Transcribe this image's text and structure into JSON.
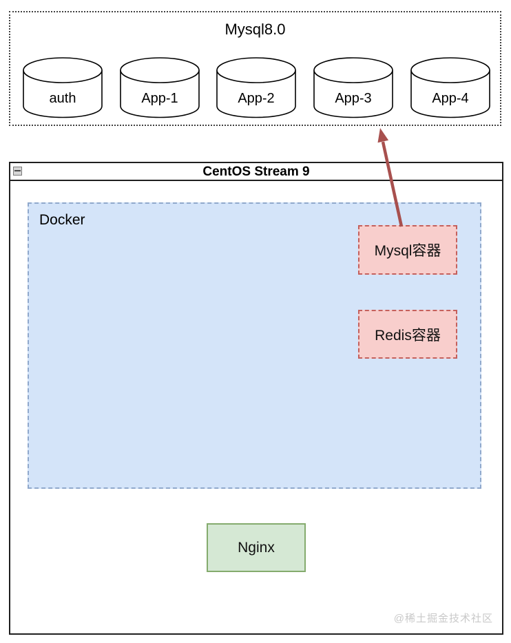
{
  "diagram": {
    "mysql_group": {
      "title": "Mysql8.0",
      "databases": [
        {
          "label": "auth"
        },
        {
          "label": "App-1"
        },
        {
          "label": "App-2"
        },
        {
          "label": "App-3"
        },
        {
          "label": "App-4"
        }
      ]
    },
    "server_window": {
      "title": "CentOS Stream 9",
      "window_icon": "window-minimize-icon",
      "docker": {
        "label": "Docker",
        "containers": [
          {
            "label": "Mysql容器"
          },
          {
            "label": "Redis容器"
          }
        ]
      },
      "nginx_label": "Nginx",
      "watermark": "@稀土掘金技术社区"
    },
    "arrow": {
      "description": "mysql-container-to-mysql-db-arrow",
      "color": "#a8504e"
    },
    "colors": {
      "docker_fill": "#d4e4f9",
      "docker_border": "#8fa8cc",
      "container_fill": "#f8cecc",
      "container_border": "#c5605c",
      "nginx_fill": "#d5e8d4",
      "nginx_border": "#84ab6d",
      "group_border": "#3f3f3f",
      "window_border": "#1f1f1f",
      "watermark_color": "#c9c9c9"
    }
  }
}
